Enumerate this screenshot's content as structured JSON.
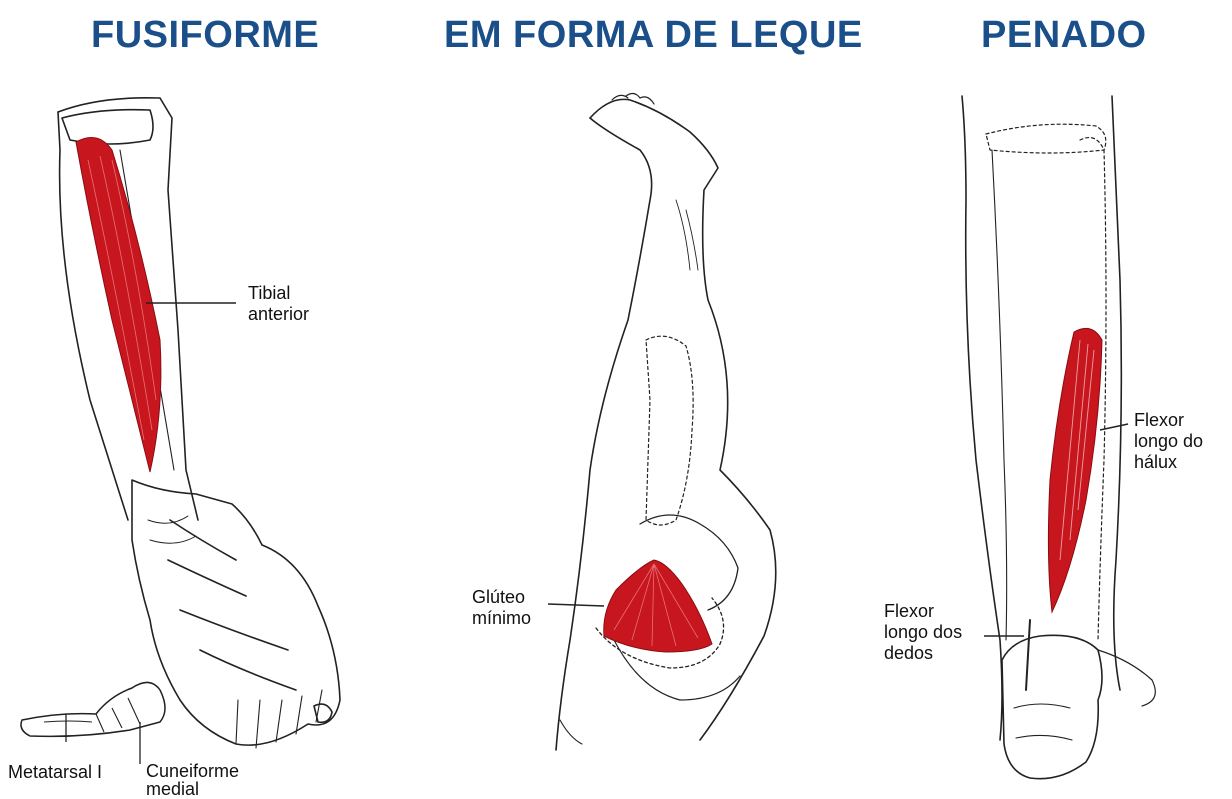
{
  "headings": {
    "fusiform": "FUSIFORME",
    "fan": "EM FORMA DE LEQUE",
    "pennate": "PENADO"
  },
  "labels": {
    "tibialis": [
      "Tibial",
      "anterior"
    ],
    "metatarsal": "Metatarsal I",
    "cuneiform": [
      "Cuneiforme",
      "medial"
    ],
    "gluteus": [
      "Glúteo",
      "mínimo"
    ],
    "fhl": [
      "Flexor",
      "longo do",
      "hálux"
    ],
    "fdl": [
      "Flexor",
      "longo dos",
      "dedos"
    ]
  },
  "colors": {
    "heading": "#1b4f8a",
    "muscle": "#c8161e",
    "line": "#222222"
  }
}
